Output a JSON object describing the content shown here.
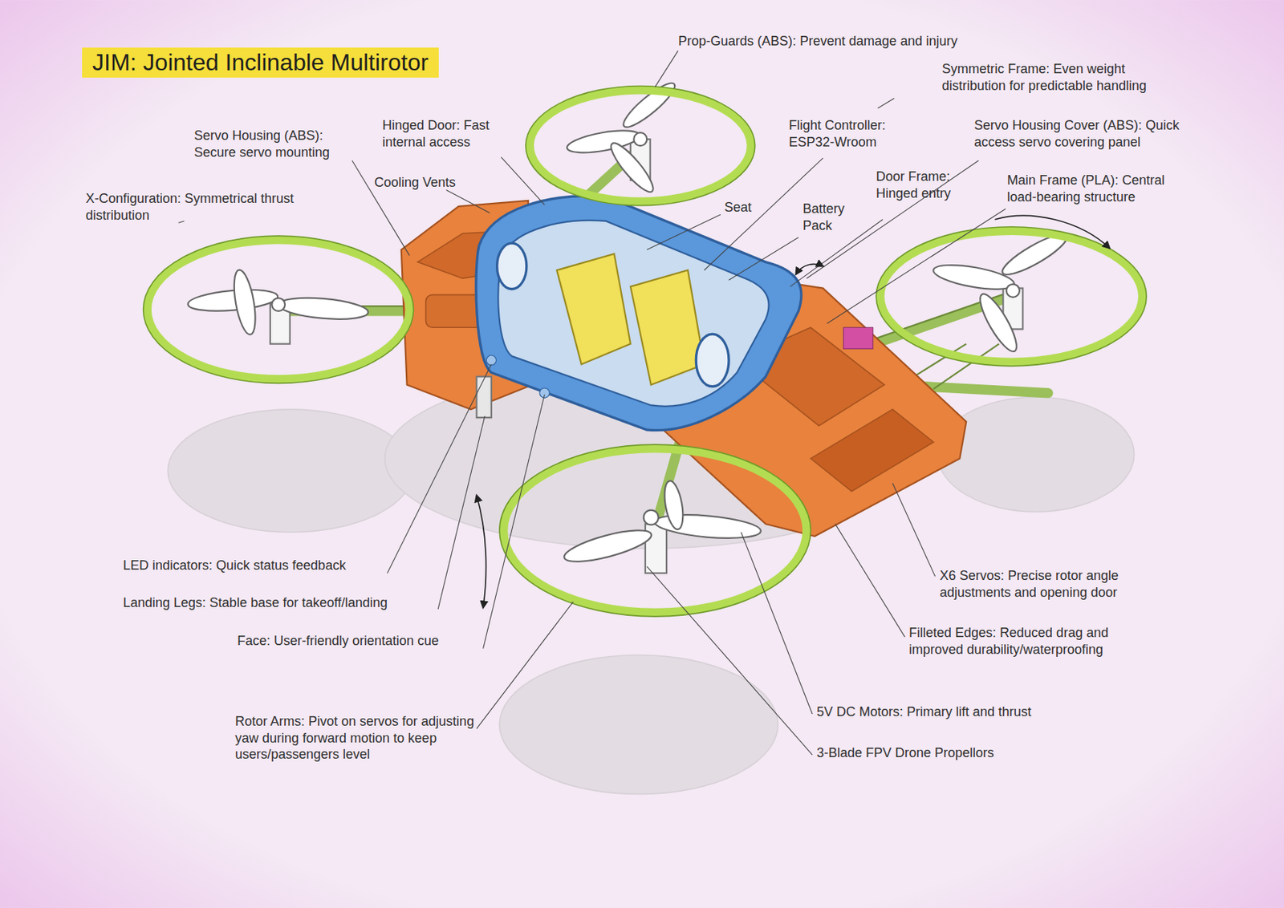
{
  "diagram": {
    "title": "JIM: Jointed Inclinable Multirotor",
    "labels": [
      "Prop-Guards (ABS): Prevent damage and injury",
      "Symmetric Frame: Even weight distribution for predictable handling",
      "Servo Housing (ABS): Secure servo mounting",
      "Hinged Door: Fast internal access",
      "Flight Controller: ESP32-Wroom",
      "Servo Housing Cover (ABS): Quick access servo covering panel",
      "Cooling Vents",
      "Door Frame: Hinged entry",
      "Main Frame (PLA): Central load-bearing structure",
      "X-Configuration: Symmetrical thrust distribution",
      "Seat",
      "Battery Pack",
      "LED indicators: Quick status feedback",
      "Landing Legs: Stable base for takeoff/landing",
      "Face: User-friendly orientation cue",
      "X6 Servos: Precise rotor angle adjustments and opening door",
      "Filleted Edges: Reduced drag and improved durability/waterproofing",
      "Rotor Arms: Pivot on servos for adjusting yaw during forward motion to keep users/passengers level",
      "5V DC Motors: Primary lift and thrust",
      "3-Blade FPV Drone Propellors"
    ]
  }
}
